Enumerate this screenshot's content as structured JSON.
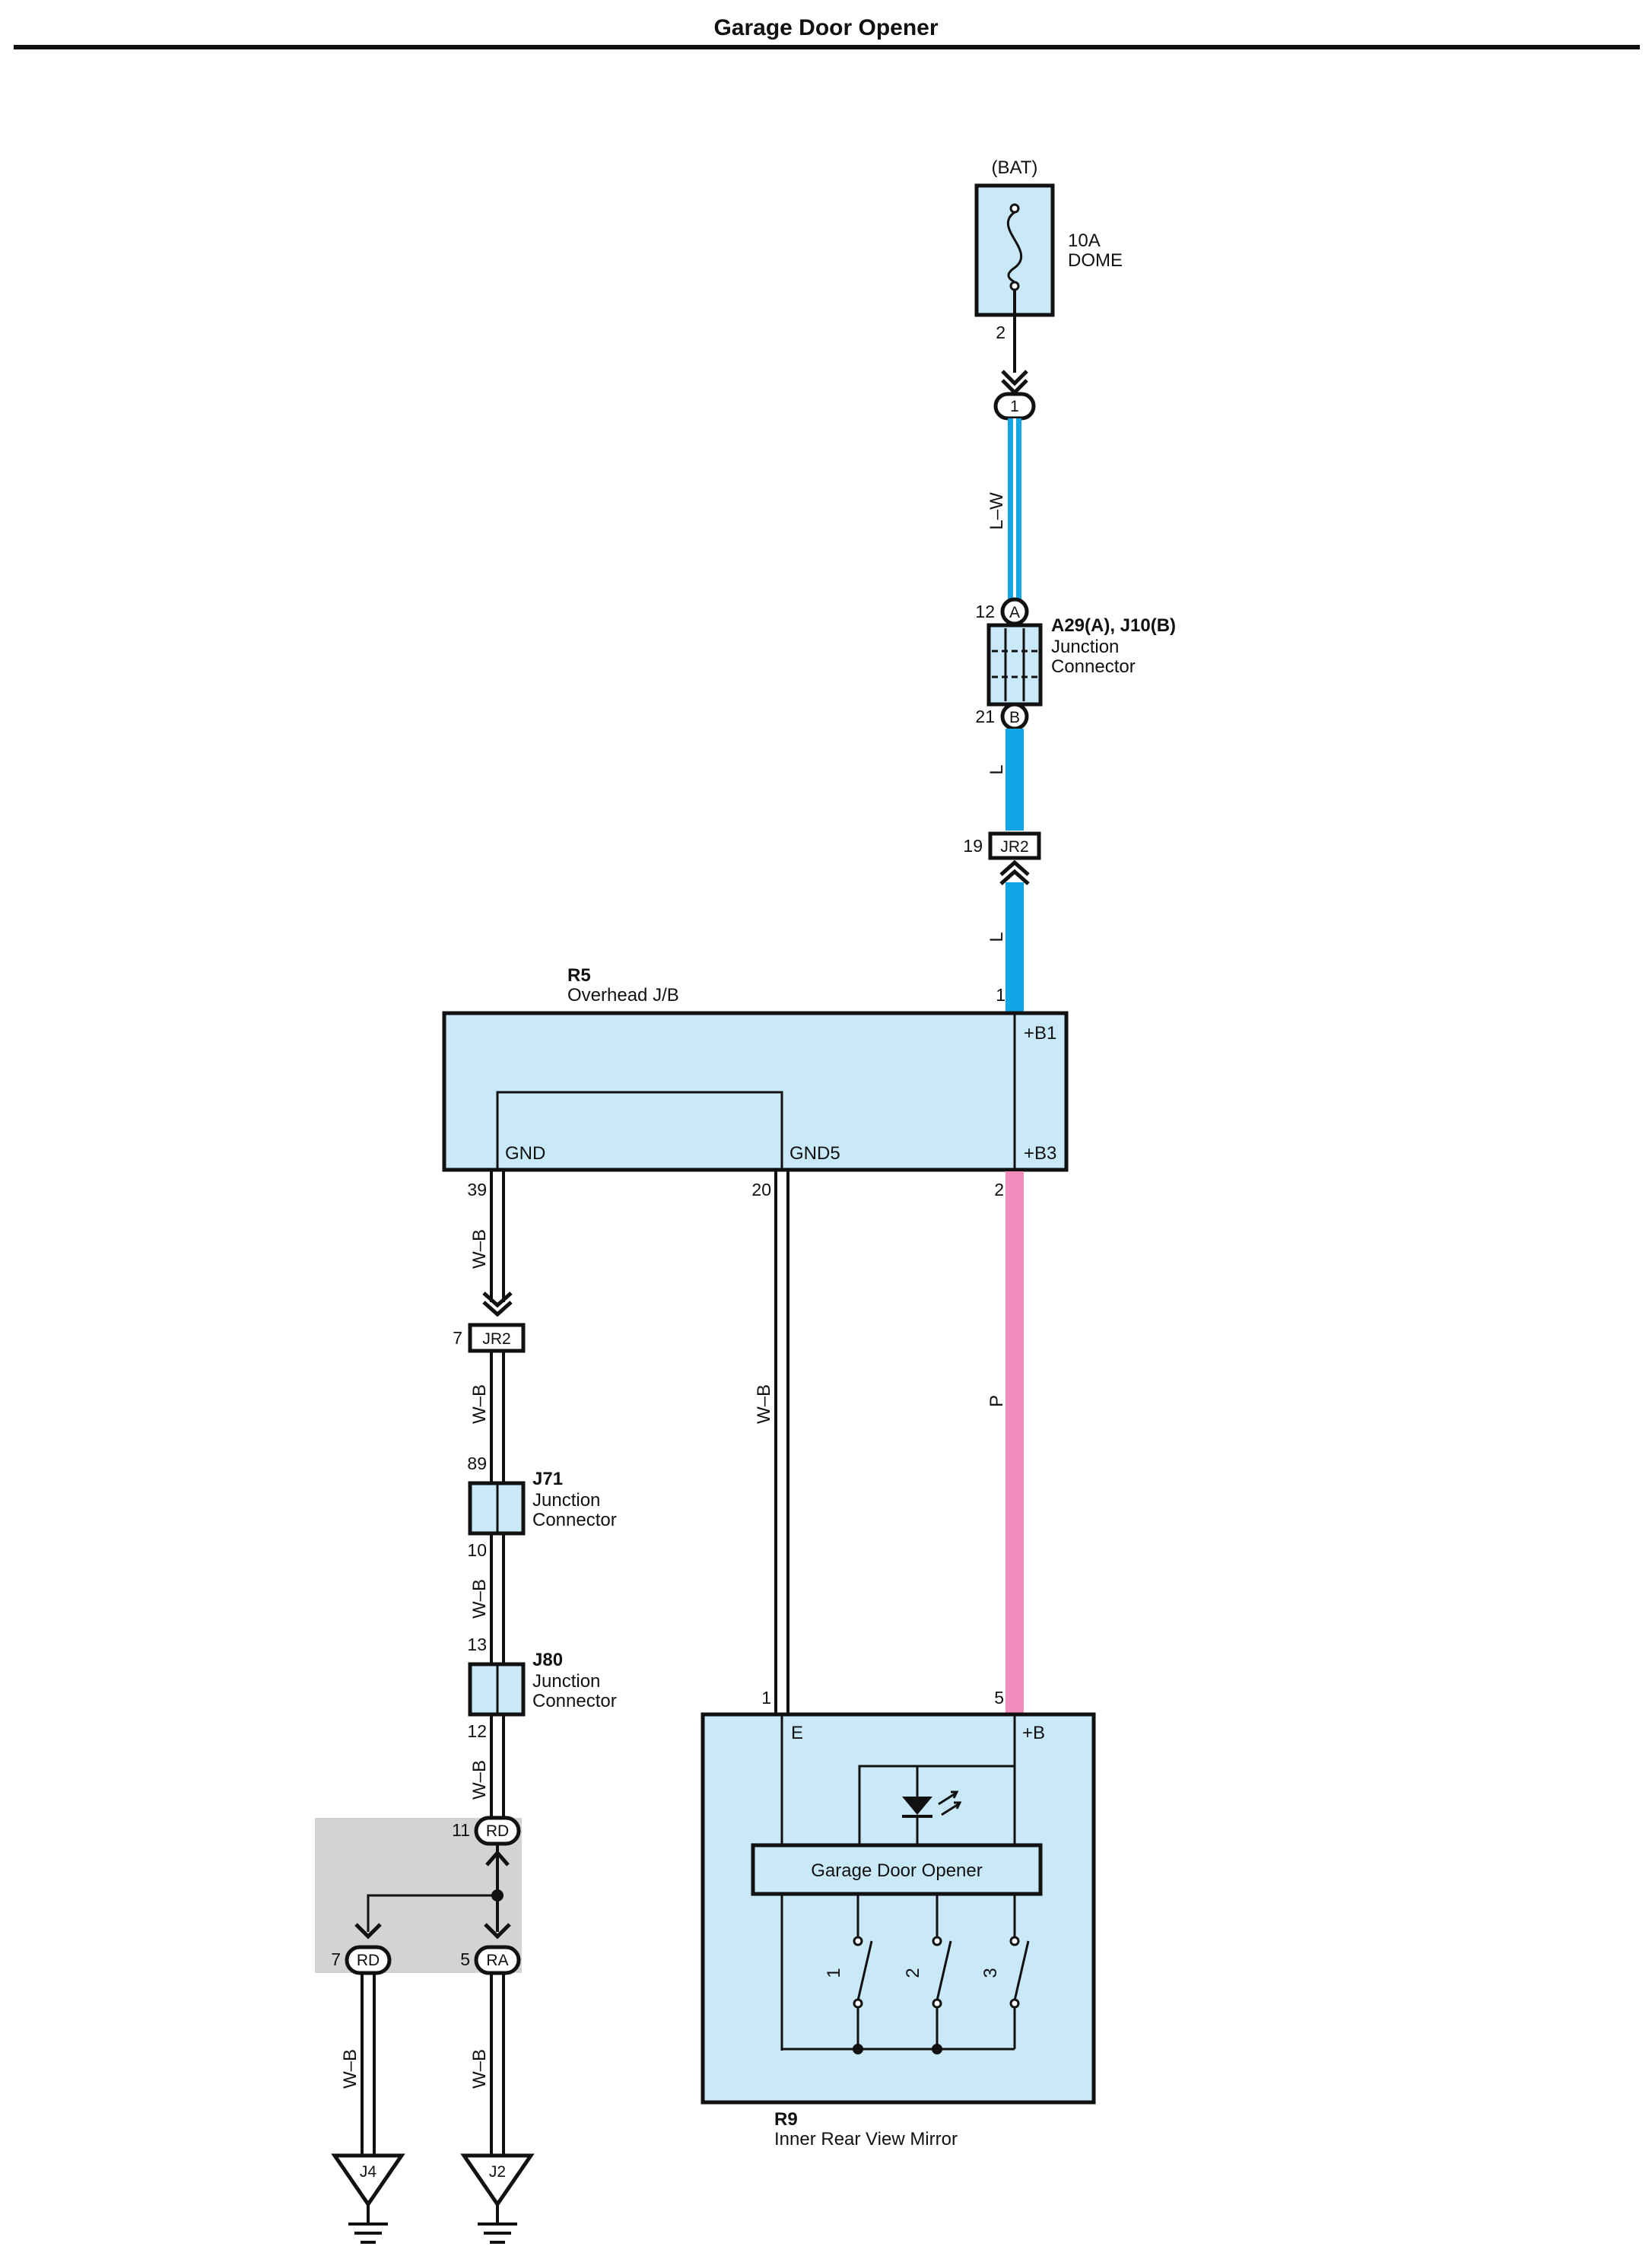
{
  "title": "Garage Door Opener",
  "colors": {
    "component_fill": "#c9e9f9",
    "wire_L_blue": "#12a6e6",
    "wire_P_pink": "#f28cbc",
    "shaded_splice": "#d2d3d5"
  },
  "fuse": {
    "source": "(BAT)",
    "rating": "10A",
    "name": "DOME",
    "out_pin": "2",
    "connector_pin": "1"
  },
  "junction_connector_a29": {
    "id": "A29(A), J10(B)",
    "desc_line1": "Junction",
    "desc_line2": "Connector",
    "pin_a": "12",
    "letter_a": "A",
    "pin_b": "21",
    "letter_b": "B"
  },
  "jr2_upper": {
    "label": "JR2",
    "pin": "19"
  },
  "jr2_lower": {
    "label": "JR2",
    "pin": "7"
  },
  "wire_colors": {
    "lw": "L–W",
    "l": "L",
    "wb": "W–B",
    "p": "P"
  },
  "r5": {
    "id": "R5",
    "desc": "Overhead J/B",
    "pin_b1": "1",
    "term_b1": "+B1",
    "term_b3": "+B3",
    "term_gnd": "GND",
    "term_gnd5": "GND5",
    "pin_gnd": "39",
    "pin_gnd5": "20",
    "pin_b3": "2"
  },
  "j71": {
    "id": "J71",
    "desc_line1": "Junction",
    "desc_line2": "Connector",
    "pin_in": "89",
    "pin_out": "10"
  },
  "j80": {
    "id": "J80",
    "desc_line1": "Junction",
    "desc_line2": "Connector",
    "pin_in": "13",
    "pin_out": "12"
  },
  "splice": {
    "top_label": "RD",
    "top_pin": "11",
    "left_label": "RD",
    "left_pin": "7",
    "right_label": "RA",
    "right_pin": "5"
  },
  "grounds": {
    "left": "J4",
    "right": "J2"
  },
  "r9": {
    "id": "R9",
    "desc": "Inner Rear View Mirror",
    "module_label": "Garage Door Opener",
    "term_e": "E",
    "term_b": "+B",
    "pin_e": "1",
    "pin_b": "5",
    "switches": [
      "1",
      "2",
      "3"
    ]
  }
}
